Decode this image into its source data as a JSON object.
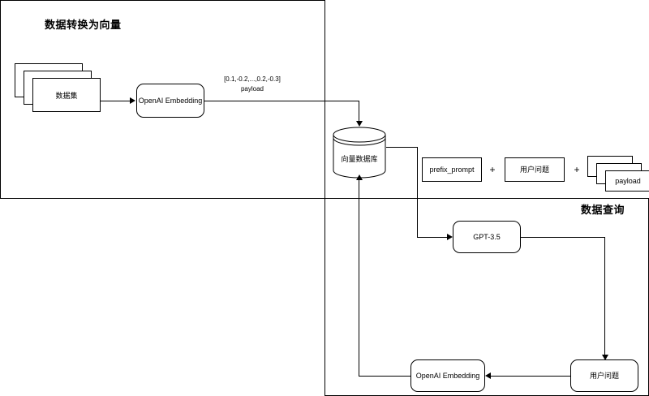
{
  "diagram": {
    "type": "flowchart",
    "title_ingest": "数据转换为向量",
    "title_query": "数据查询",
    "panels": [
      {
        "name": "ingest",
        "label": "数据转换为向量"
      },
      {
        "name": "query",
        "label": "数据查询"
      }
    ],
    "nodes": {
      "dataset_stack": "数据集",
      "embedding_top": "OpenAI Embedding",
      "vector_db": "向量数据库",
      "prefix_prompt": "prefix_prompt",
      "user_question_prompt": "用户问题",
      "payload_stack": "payload",
      "gpt": "GPT-3.5",
      "embedding_bottom": "OpenAI Embedding",
      "user_question_bottom": "用户问题"
    },
    "edge_labels": {
      "payload_vector": "[0.1,-0.2,...,0.2,-0.3]",
      "payload_word": "payload"
    },
    "operators": {
      "plus_1": "+",
      "plus_2": "+"
    },
    "colors": {
      "stroke": "#000000",
      "background": "#ffffff",
      "text": "#000000"
    }
  }
}
